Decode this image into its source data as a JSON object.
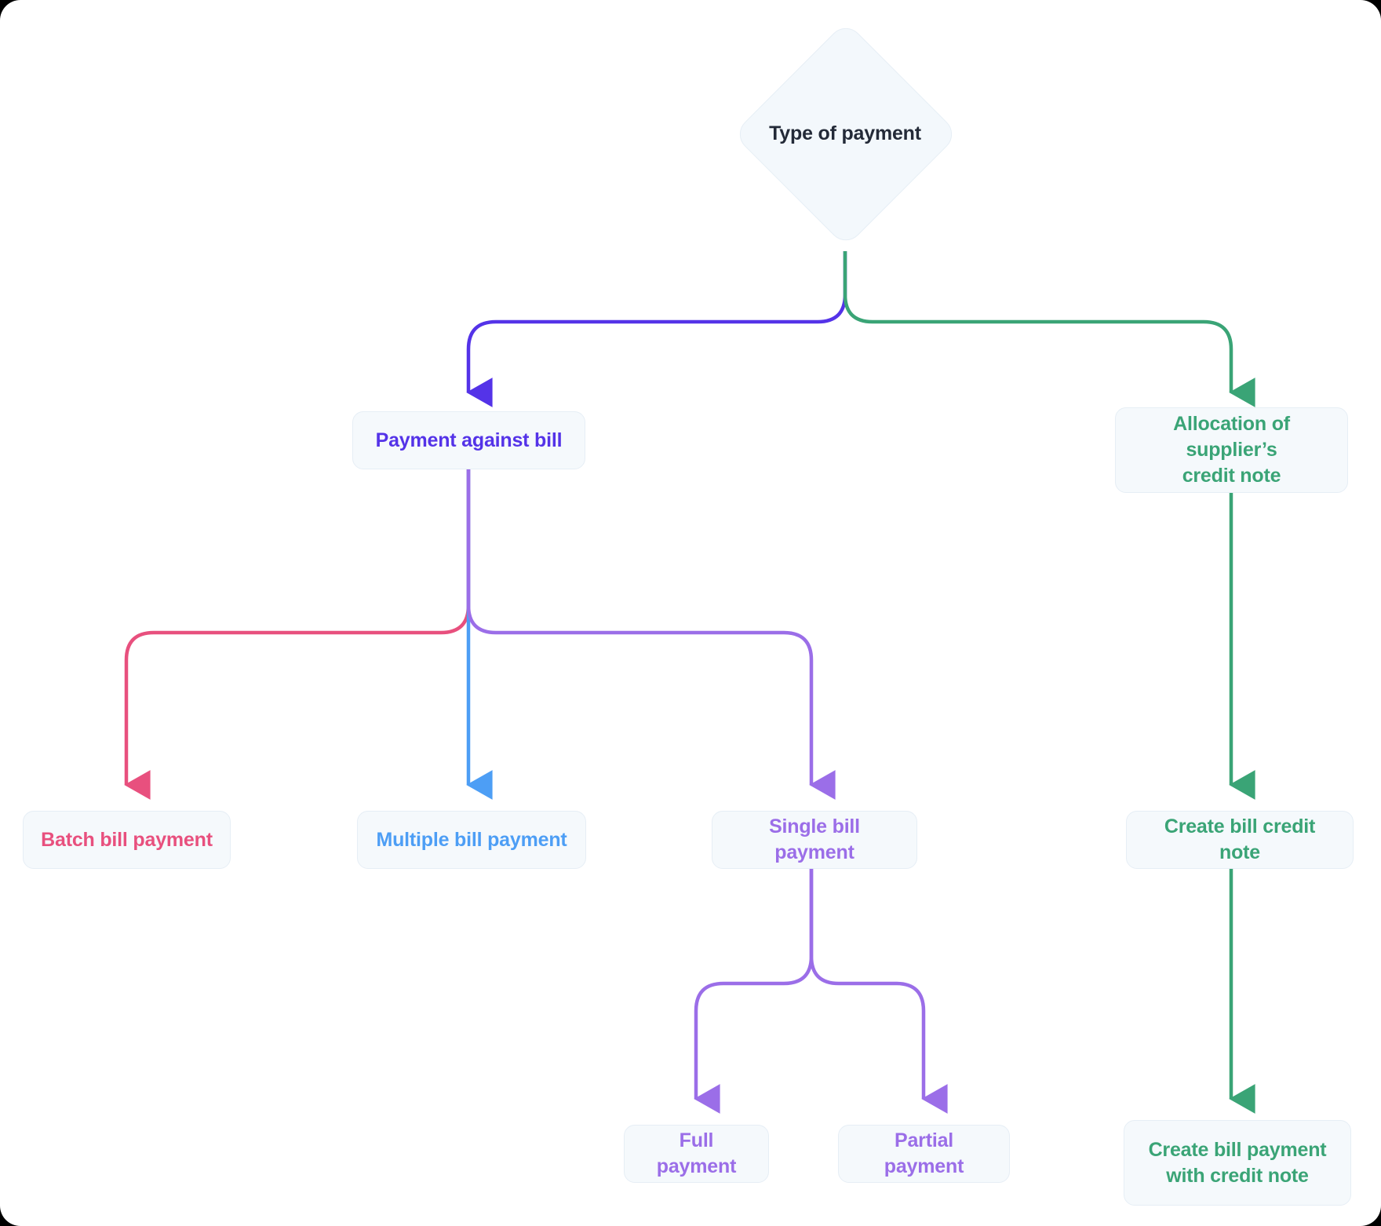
{
  "diagram": {
    "title": "Type of payment",
    "type": "flowchart",
    "background": "#ffffff",
    "canvas_border": "#000000",
    "node_fill": "#f5f9fc",
    "node_border": "#e6eef5",
    "decision": {
      "label": "Type of payment",
      "shape": "diamond",
      "text_color": "#232a38"
    },
    "nodes": [
      {
        "id": "payment-against-bill",
        "label": "Payment against bill",
        "color": "#5433e8"
      },
      {
        "id": "allocation-credit-note",
        "label": "Allocation of supplier’s\ncredit note",
        "color": "#3aa476"
      },
      {
        "id": "batch-bill-payment",
        "label": "Batch bill payment",
        "color": "#e8507e"
      },
      {
        "id": "multiple-bill-payment",
        "label": "Multiple bill payment",
        "color": "#4d9ef5"
      },
      {
        "id": "single-bill-payment",
        "label": "Single bill payment",
        "color": "#9b6ee8"
      },
      {
        "id": "create-bill-credit-note",
        "label": "Create bill credit note",
        "color": "#3aa476"
      },
      {
        "id": "full-payment",
        "label": "Full payment",
        "color": "#9b6ee8"
      },
      {
        "id": "partial-payment",
        "label": "Partial payment",
        "color": "#9b6ee8"
      },
      {
        "id": "create-bill-payment-cn",
        "label": "Create bill payment\nwith credit note",
        "color": "#3aa476"
      }
    ],
    "edges": [
      {
        "id": "edge-decision-to-payment-against-bill",
        "from": "Type of payment",
        "to": "Payment against bill",
        "color": "#5433e8"
      },
      {
        "id": "edge-decision-to-allocation",
        "from": "Type of payment",
        "to": "Allocation of supplier’s credit note",
        "color": "#3aa476"
      },
      {
        "id": "edge-payment-to-batch",
        "from": "Payment against bill",
        "to": "Batch bill payment",
        "color": "#e8507e"
      },
      {
        "id": "edge-payment-to-multiple",
        "from": "Payment against bill",
        "to": "Multiple bill payment",
        "color": "#4d9ef5"
      },
      {
        "id": "edge-payment-to-single",
        "from": "Payment against bill",
        "to": "Single bill payment",
        "color": "#9b6ee8"
      },
      {
        "id": "edge-allocation-to-create-credit-note",
        "from": "Allocation of supplier’s credit note",
        "to": "Create bill credit note",
        "color": "#3aa476"
      },
      {
        "id": "edge-single-to-full",
        "from": "Single bill payment",
        "to": "Full payment",
        "color": "#9b6ee8"
      },
      {
        "id": "edge-single-to-partial",
        "from": "Single bill payment",
        "to": "Partial payment",
        "color": "#9b6ee8"
      },
      {
        "id": "edge-create-cn-to-create-payment",
        "from": "Create bill credit note",
        "to": "Create bill payment with credit note",
        "color": "#3aa476"
      }
    ]
  }
}
